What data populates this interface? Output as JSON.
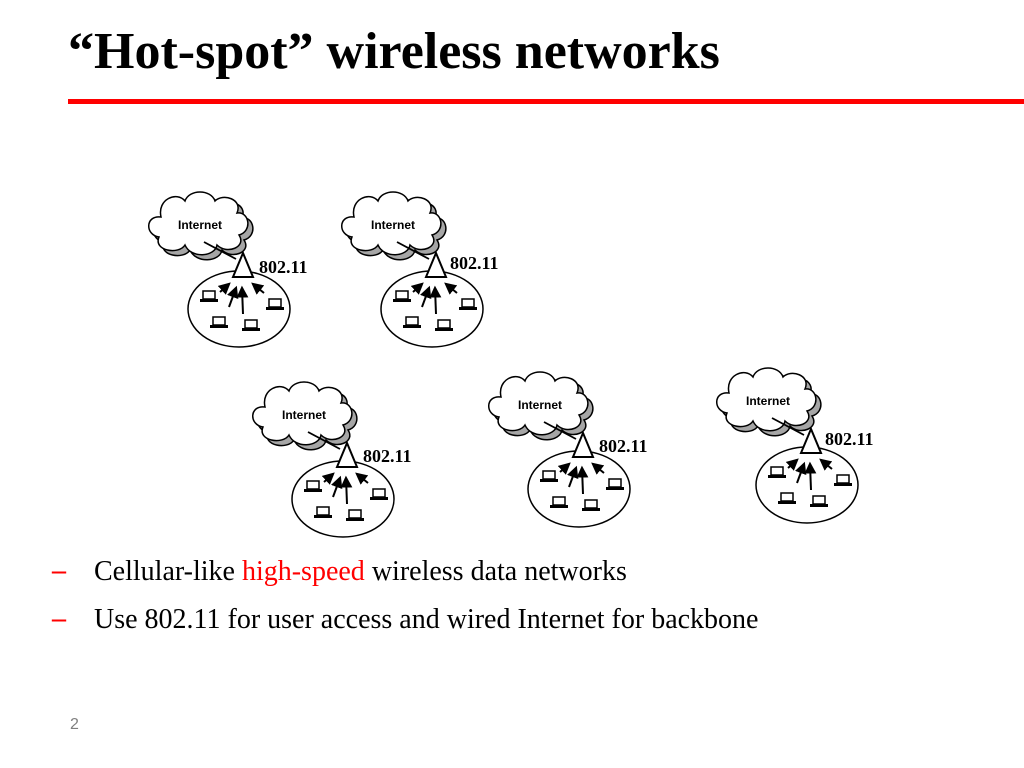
{
  "slide": {
    "title": "“Hot-spot” wireless networks",
    "page_number": "2"
  },
  "colors": {
    "accent": "#ff0000",
    "text": "#000000",
    "cloud_shadow": "#a6a6a6",
    "page_number": "#7f7f7f"
  },
  "diagram": {
    "hotspots": [
      {
        "cloud_label": "Internet",
        "standard_label": "802.11"
      },
      {
        "cloud_label": "Internet",
        "standard_label": "802.11"
      },
      {
        "cloud_label": "Internet",
        "standard_label": "802.11"
      },
      {
        "cloud_label": "Internet",
        "standard_label": "802.11"
      },
      {
        "cloud_label": "Internet",
        "standard_label": "802.11"
      }
    ]
  },
  "bullets": [
    {
      "dash": "–",
      "before": "Cellular-like ",
      "highlight": "high-speed",
      "after": " wireless data networks"
    },
    {
      "dash": "–",
      "text": "Use 802.11 for user access and wired Internet for backbone"
    }
  ]
}
